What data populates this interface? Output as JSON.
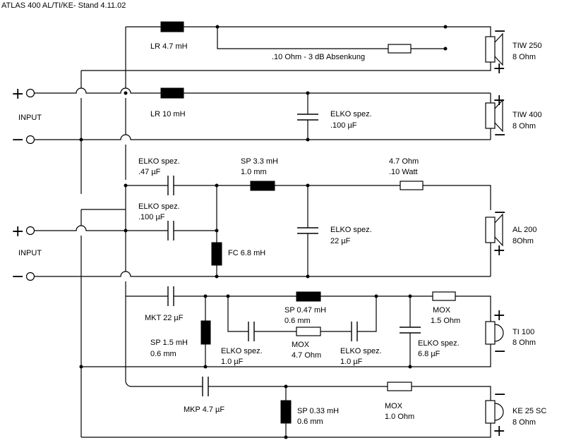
{
  "title": "ATLAS 400 AL/TI/KE- Stand 4.11.02",
  "inputs": [
    {
      "label": "INPUT",
      "plus": "+",
      "minus": "−"
    },
    {
      "label": "INPUT",
      "plus": "+",
      "minus": "−"
    }
  ],
  "speakers": [
    {
      "name": "TIW 250",
      "impedance": "8 Ohm",
      "top_sign": "−",
      "bottom_sign": "+"
    },
    {
      "name": "TIW 400",
      "impedance": "8 Ohm",
      "top_sign": "+",
      "bottom_sign": "−"
    },
    {
      "name": "AL 200",
      "impedance": "8Ohm",
      "top_sign": "−",
      "bottom_sign": "+"
    },
    {
      "name": "TI 100",
      "impedance": "8 Ohm",
      "top_sign": "+",
      "bottom_sign": "−"
    },
    {
      "name": "KE 25 SC",
      "impedance": "8 Ohm",
      "top_sign": "−",
      "bottom_sign": "+"
    }
  ],
  "components": {
    "lr47": "LR 4.7 mH",
    "r10_attn": ".10 Ohm - 3 dB Absenkung",
    "lr10": "LR 10 mH",
    "elko100_a_1": "ELKO spez.",
    "elko100_a_2": ".100 µF",
    "elko47_1": "ELKO spez.",
    "elko47_2": ".47 µF",
    "sp33_1": "SP 3.3 mH",
    "sp33_2": "1.0 mm",
    "r47w_1": "4.7 Ohm",
    "r47w_2": ".10 Watt",
    "elko100_b_1": "ELKO spez.",
    "elko100_b_2": ".100 µF",
    "elko22_1": "ELKO spez.",
    "elko22_2": "22 µF",
    "fc68": "FC 6.8 mH",
    "mkt22": "MKT 22 µF",
    "sp047_1": "SP 0.47 mH",
    "sp047_2": "0.6 mm",
    "mox15_1": "MOX",
    "mox15_2": "1.5 Ohm",
    "sp15_1": "SP 1.5 mH",
    "sp15_2": "0.6 mm",
    "elko10a_1": "ELKO spez.",
    "elko10a_2": "1.0 µF",
    "mox47_1": "MOX",
    "mox47_2": "4.7 Ohm",
    "elko10b_1": "ELKO spez.",
    "elko10b_2": "1.0 µF",
    "elko68_1": "ELKO spez.",
    "elko68_2": "6.8 µF",
    "mkp47": "MKP 4.7 µF",
    "sp033_1": "SP 0.33 mH",
    "sp033_2": "0.6 mm",
    "mox10_1": "MOX",
    "mox10_2": "1.0 Ohm"
  }
}
